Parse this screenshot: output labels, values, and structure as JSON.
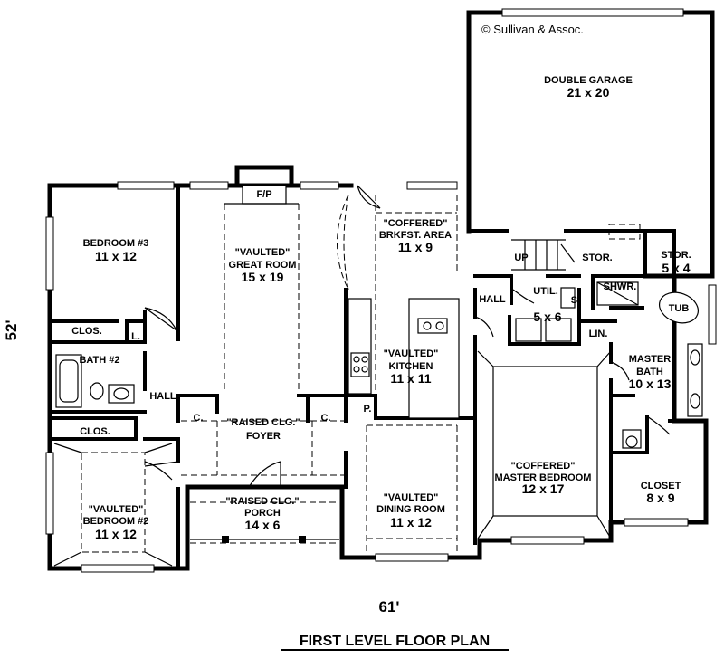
{
  "copyright": "© Sullivan & Assoc.",
  "title": "FIRST LEVEL FLOOR PLAN",
  "width_dimension": "61'",
  "depth_dimension": "52'",
  "rooms": {
    "garage": {
      "name": "DOUBLE GARAGE",
      "size": "21 x 20"
    },
    "bedroom3": {
      "name": "BEDROOM #3",
      "size": "11 x 12"
    },
    "great_room": {
      "name1": "\"VAULTED\"",
      "name2": "GREAT ROOM",
      "size": "15 x 19"
    },
    "fireplace": {
      "name": "F/P"
    },
    "breakfast": {
      "name1": "\"COFFERED\"",
      "name2": "BRKFST. AREA",
      "size": "11 x 9"
    },
    "up": {
      "name": "UP"
    },
    "storage1": {
      "name": "STOR."
    },
    "storage2": {
      "name": "STOR.",
      "size": "5 x 4"
    },
    "hall_right": {
      "name": "HALL"
    },
    "utility": {
      "name": "UTIL.",
      "size": "5 x 6"
    },
    "sink": {
      "name": "S."
    },
    "shower": {
      "name": "SHWR."
    },
    "tub": {
      "name": "TUB"
    },
    "linen": {
      "name": "LIN."
    },
    "master_bath": {
      "name1": "MASTER",
      "name2": "BATH",
      "size": "10 x 13"
    },
    "closet_left": {
      "name": "CLOS."
    },
    "linen_left": {
      "name": "L."
    },
    "bath2": {
      "name": "BATH #2"
    },
    "kitchen": {
      "name1": "\"VAULTED\"",
      "name2": "KITCHEN",
      "size": "11 x 11"
    },
    "hall_left": {
      "name": "HALL"
    },
    "coat1": {
      "name": "C."
    },
    "coat2": {
      "name": "C."
    },
    "pantry": {
      "name": "P."
    },
    "foyer": {
      "name1": "\"RAISED CLG.\"",
      "name2": "FOYER"
    },
    "master_bedroom": {
      "name1": "\"COFFERED\"",
      "name2": "MASTER BEDROOM",
      "size": "12 x 17"
    },
    "closet_b2": {
      "name": "CLOS."
    },
    "closet_master": {
      "name": "CLOSET",
      "size": "8 x 9"
    },
    "porch": {
      "name1": "\"RAISED CLG.\"",
      "name2": "PORCH",
      "size": "14 x 6"
    },
    "dining": {
      "name1": "\"VAULTED\"",
      "name2": "DINING ROOM",
      "size": "11 x 12"
    },
    "bedroom2": {
      "name1": "\"VAULTED\"",
      "name2": "BEDROOM #2",
      "size": "11 x 12"
    }
  }
}
